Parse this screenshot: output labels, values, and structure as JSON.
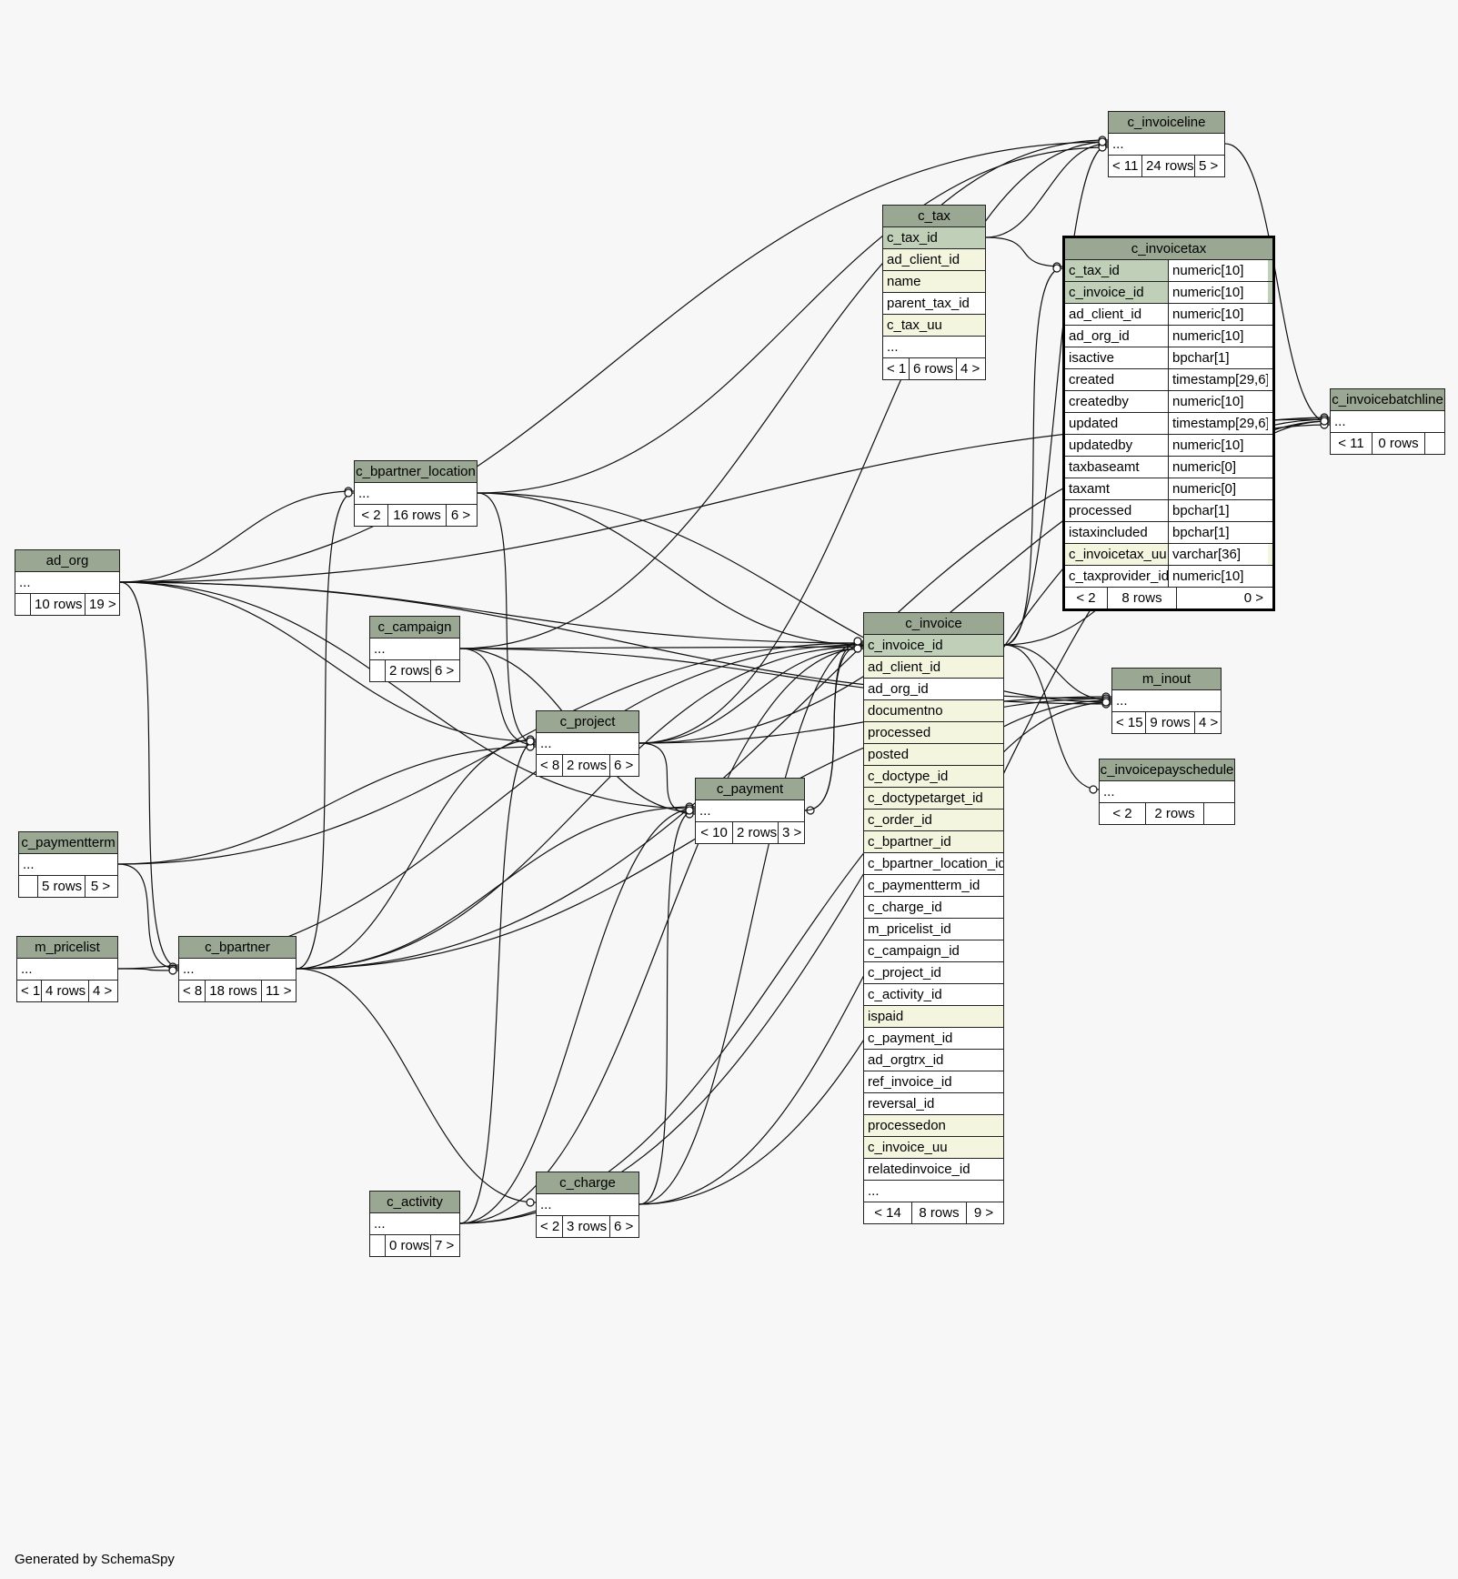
{
  "footer": "Generated by SchemaSpy",
  "tables": {
    "c_invoiceline": {
      "name": "c_invoiceline",
      "rows": [
        "..."
      ],
      "footer": [
        "< 11",
        "24 rows",
        "5 >"
      ]
    },
    "c_tax": {
      "name": "c_tax",
      "rows": [
        {
          "col": "c_tax_id",
          "kind": "pk"
        },
        {
          "col": "ad_client_id",
          "kind": "idx"
        },
        {
          "col": "name",
          "kind": "idx"
        },
        {
          "col": "parent_tax_id",
          "kind": "plain"
        },
        {
          "col": "c_tax_uu",
          "kind": "idx"
        },
        {
          "col": "...",
          "kind": "plain"
        }
      ],
      "footer": [
        "< 1",
        "6 rows",
        "4 >"
      ]
    },
    "c_invoicetax": {
      "name": "c_invoicetax",
      "rows": [
        {
          "col": "c_tax_id",
          "type": "numeric[10]",
          "kind": "pk"
        },
        {
          "col": "c_invoice_id",
          "type": "numeric[10]",
          "kind": "pk"
        },
        {
          "col": "ad_client_id",
          "type": "numeric[10]",
          "kind": "plain"
        },
        {
          "col": "ad_org_id",
          "type": "numeric[10]",
          "kind": "plain"
        },
        {
          "col": "isactive",
          "type": "bpchar[1]",
          "kind": "plain"
        },
        {
          "col": "created",
          "type": "timestamp[29,6]",
          "kind": "plain"
        },
        {
          "col": "createdby",
          "type": "numeric[10]",
          "kind": "plain"
        },
        {
          "col": "updated",
          "type": "timestamp[29,6]",
          "kind": "plain"
        },
        {
          "col": "updatedby",
          "type": "numeric[10]",
          "kind": "plain"
        },
        {
          "col": "taxbaseamt",
          "type": "numeric[0]",
          "kind": "plain"
        },
        {
          "col": "taxamt",
          "type": "numeric[0]",
          "kind": "plain"
        },
        {
          "col": "processed",
          "type": "bpchar[1]",
          "kind": "plain"
        },
        {
          "col": "istaxincluded",
          "type": "bpchar[1]",
          "kind": "plain"
        },
        {
          "col": "c_invoicetax_uu",
          "type": "varchar[36]",
          "kind": "idx"
        },
        {
          "col": "c_taxprovider_id",
          "type": "numeric[10]",
          "kind": "plain"
        }
      ],
      "footer": [
        "< 2",
        "8 rows",
        "0 >"
      ]
    },
    "c_invoicebatchline": {
      "name": "c_invoicebatchline",
      "rows": [
        "..."
      ],
      "footer": [
        "< 11",
        "0 rows",
        ""
      ]
    },
    "c_bpartner_location": {
      "name": "c_bpartner_location",
      "rows": [
        "..."
      ],
      "footer": [
        "< 2",
        "16 rows",
        "6 >"
      ]
    },
    "ad_org": {
      "name": "ad_org",
      "rows": [
        "..."
      ],
      "footer": [
        "",
        "10 rows",
        "19 >"
      ]
    },
    "c_campaign": {
      "name": "c_campaign",
      "rows": [
        "..."
      ],
      "footer": [
        "",
        "2 rows",
        "6 >"
      ]
    },
    "c_project": {
      "name": "c_project",
      "rows": [
        "..."
      ],
      "footer": [
        "< 8",
        "2 rows",
        "6 >"
      ]
    },
    "c_payment": {
      "name": "c_payment",
      "rows": [
        "..."
      ],
      "footer": [
        "< 10",
        "2 rows",
        "3 >"
      ]
    },
    "c_paymentterm": {
      "name": "c_paymentterm",
      "rows": [
        "..."
      ],
      "footer": [
        "",
        "5 rows",
        "5 >"
      ]
    },
    "m_pricelist": {
      "name": "m_pricelist",
      "rows": [
        "..."
      ],
      "footer": [
        "< 1",
        "4 rows",
        "4 >"
      ]
    },
    "c_bpartner": {
      "name": "c_bpartner",
      "rows": [
        "..."
      ],
      "footer": [
        "< 8",
        "18 rows",
        "11 >"
      ]
    },
    "c_activity": {
      "name": "c_activity",
      "rows": [
        "..."
      ],
      "footer": [
        "",
        "0 rows",
        "7 >"
      ]
    },
    "c_charge": {
      "name": "c_charge",
      "rows": [
        "..."
      ],
      "footer": [
        "< 2",
        "3 rows",
        "6 >"
      ]
    },
    "m_inout": {
      "name": "m_inout",
      "rows": [
        "..."
      ],
      "footer": [
        "< 15",
        "9 rows",
        "4 >"
      ]
    },
    "c_invoicepayschedule": {
      "name": "c_invoicepayschedule",
      "rows": [
        "..."
      ],
      "footer": [
        "< 2",
        "2 rows",
        ""
      ]
    },
    "c_invoice": {
      "name": "c_invoice",
      "rows": [
        {
          "col": "c_invoice_id",
          "kind": "pk"
        },
        {
          "col": "ad_client_id",
          "kind": "idx"
        },
        {
          "col": "ad_org_id",
          "kind": "plain"
        },
        {
          "col": "documentno",
          "kind": "idx"
        },
        {
          "col": "processed",
          "kind": "idx"
        },
        {
          "col": "posted",
          "kind": "idx"
        },
        {
          "col": "c_doctype_id",
          "kind": "idx"
        },
        {
          "col": "c_doctypetarget_id",
          "kind": "idx"
        },
        {
          "col": "c_order_id",
          "kind": "idx"
        },
        {
          "col": "c_bpartner_id",
          "kind": "idx"
        },
        {
          "col": "c_bpartner_location_id",
          "kind": "plain"
        },
        {
          "col": "c_paymentterm_id",
          "kind": "plain"
        },
        {
          "col": "c_charge_id",
          "kind": "plain"
        },
        {
          "col": "m_pricelist_id",
          "kind": "plain"
        },
        {
          "col": "c_campaign_id",
          "kind": "plain"
        },
        {
          "col": "c_project_id",
          "kind": "plain"
        },
        {
          "col": "c_activity_id",
          "kind": "plain"
        },
        {
          "col": "ispaid",
          "kind": "idx"
        },
        {
          "col": "c_payment_id",
          "kind": "plain"
        },
        {
          "col": "ad_orgtrx_id",
          "kind": "plain"
        },
        {
          "col": "ref_invoice_id",
          "kind": "plain"
        },
        {
          "col": "reversal_id",
          "kind": "plain"
        },
        {
          "col": "processedon",
          "kind": "idx"
        },
        {
          "col": "c_invoice_uu",
          "kind": "idx"
        },
        {
          "col": "relatedinvoice_id",
          "kind": "plain"
        },
        {
          "col": "...",
          "kind": "plain"
        }
      ],
      "footer": [
        "< 14",
        "8 rows",
        "9 >"
      ]
    }
  },
  "relationships": [
    [
      "ad_org",
      "c_invoiceline"
    ],
    [
      "ad_org",
      "c_invoicebatchline"
    ],
    [
      "ad_org",
      "c_bpartner_location"
    ],
    [
      "ad_org",
      "c_project"
    ],
    [
      "ad_org",
      "c_payment"
    ],
    [
      "ad_org",
      "c_bpartner"
    ],
    [
      "ad_org",
      "m_inout"
    ],
    [
      "ad_org",
      "c_invoice"
    ],
    [
      "c_tax",
      "c_invoiceline"
    ],
    [
      "c_tax",
      "c_invoicetax"
    ],
    [
      "c_invoice",
      "c_invoicetax"
    ],
    [
      "c_invoice",
      "c_invoiceline"
    ],
    [
      "c_invoice",
      "c_invoicebatchline"
    ],
    [
      "c_invoice",
      "m_inout"
    ],
    [
      "c_invoice",
      "c_invoicepayschedule"
    ],
    [
      "c_invoice",
      "c_payment"
    ],
    [
      "c_invoiceline",
      "c_invoicebatchline"
    ],
    [
      "c_bpartner_location",
      "c_invoice"
    ],
    [
      "c_bpartner_location",
      "m_inout"
    ],
    [
      "c_bpartner_location",
      "c_project"
    ],
    [
      "c_bpartner_location",
      "c_invoiceline"
    ],
    [
      "c_campaign",
      "c_project"
    ],
    [
      "c_campaign",
      "c_payment"
    ],
    [
      "c_campaign",
      "c_invoice"
    ],
    [
      "c_campaign",
      "m_inout"
    ],
    [
      "c_campaign",
      "c_invoiceline"
    ],
    [
      "c_project",
      "c_invoice"
    ],
    [
      "c_project",
      "c_payment"
    ],
    [
      "c_project",
      "m_inout"
    ],
    [
      "c_project",
      "c_invoiceline"
    ],
    [
      "c_project",
      "c_invoicebatchline"
    ],
    [
      "c_payment",
      "c_invoice"
    ],
    [
      "c_paymentterm",
      "c_invoice"
    ],
    [
      "c_paymentterm",
      "c_project"
    ],
    [
      "c_paymentterm",
      "c_bpartner"
    ],
    [
      "m_pricelist",
      "c_bpartner"
    ],
    [
      "m_pricelist",
      "c_invoice"
    ],
    [
      "c_bpartner",
      "c_invoice"
    ],
    [
      "c_bpartner",
      "c_project"
    ],
    [
      "c_bpartner",
      "c_payment"
    ],
    [
      "c_bpartner",
      "c_charge"
    ],
    [
      "c_bpartner",
      "m_inout"
    ],
    [
      "c_bpartner",
      "c_invoicebatchline"
    ],
    [
      "c_bpartner",
      "c_bpartner_location"
    ],
    [
      "c_activity",
      "c_invoice"
    ],
    [
      "c_activity",
      "c_project"
    ],
    [
      "c_activity",
      "c_payment"
    ],
    [
      "c_activity",
      "m_inout"
    ],
    [
      "c_activity",
      "c_invoicebatchline"
    ],
    [
      "c_charge",
      "c_invoice"
    ],
    [
      "c_charge",
      "c_payment"
    ],
    [
      "c_charge",
      "m_inout"
    ],
    [
      "c_charge",
      "c_invoicebatchline"
    ]
  ]
}
